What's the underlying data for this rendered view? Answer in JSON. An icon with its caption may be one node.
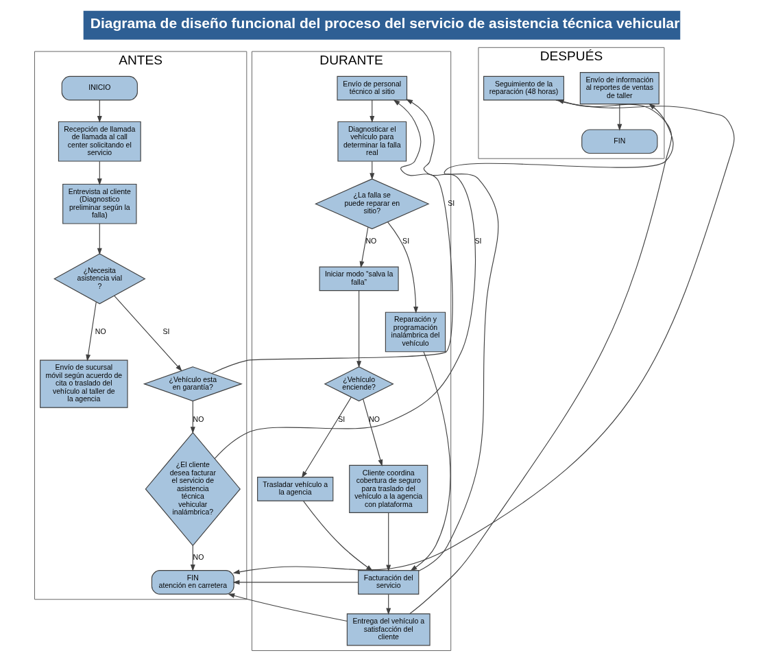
{
  "diagram": {
    "title": "Diagrama de diseño funcional del proceso del servicio de asistencia técnica vehicular",
    "nodes": [
      {
        "text": [
          "ANTES"
        ]
      },
      {
        "text": [
          "INICIO"
        ],
        "in": 0
      },
      {
        "text": [
          "Recepción de llamada de llamada al call center solicitando el servicio"
        ],
        "in": 0
      },
      {
        "text": [
          "Entrevista al cliente (Diagnostico preliminar según la falla)"
        ],
        "in": 0
      },
      {
        "text": [
          "Envío de sucursal móvil según acuerdo de cita o traslado del vehículo al taller de la agencia"
        ],
        "in": 0
      },
      {
        "text": [
          "¿Necesita asistencia vial ?"
        ],
        "in": 0
      },
      {
        "text": [
          "¿Vehículo esta en garantía?"
        ],
        "in": 0
      },
      {
        "text": [
          "¿El cliente desea facturar el servicio de asistencia técnica vehicular inalámbrica?"
        ],
        "in": 0
      },
      {
        "text": [
          "FIN",
          "atención en carretera"
        ],
        "in": 0
      },
      {
        "text": [
          "DURANTE"
        ]
      },
      {
        "text": [
          "Envío de personal técnico al sitio"
        ],
        "in": 9
      },
      {
        "text": [
          "Diagnosticar el vehículo para determinar la falla real"
        ],
        "in": 9
      },
      {
        "text": [
          "¿La falla se puede reparar en sitio?"
        ],
        "in": 9
      },
      {
        "text": [
          "Iniciar modo “salva la falla”"
        ],
        "in": 9
      },
      {
        "text": [
          "Reparación y programación inalámbrica del vehículo"
        ],
        "in": 9
      },
      {
        "text": [
          "¿Vehículo enciende?"
        ],
        "in": 9
      },
      {
        "text": [
          "Trasladar vehículo a la agencia"
        ],
        "in": 9
      },
      {
        "text": [
          "Cliente coordina cobertura de seguro para traslado del vehículo a la agencia con plataforma"
        ],
        "in": 9
      },
      {
        "text": [
          "Facturación del servicio"
        ],
        "in": 9
      },
      {
        "text": [
          "Entrega del vehículo a satisfacción del cliente"
        ],
        "in": 9
      },
      {
        "text": [
          "DESPUÉS"
        ]
      },
      {
        "text": [
          "FIN"
        ],
        "in": 20
      },
      {
        "text": [
          "Envío de información al reportes de ventas de taller"
        ],
        "in": 20
      },
      {
        "text": [
          "Seguimiento de la reparación (48 horas)"
        ],
        "in": 20
      }
    ],
    "edges": [
      {
        "from": 1,
        "to": 2,
        "arrow": "to"
      },
      {
        "from": 2,
        "to": 3,
        "arrow": "to"
      },
      {
        "from": 3,
        "to": 5,
        "arrow": "to"
      },
      {
        "from": 5,
        "to": 4,
        "arrow": "to",
        "label": "NO"
      },
      {
        "from": 5,
        "to": 6,
        "arrow": "to",
        "label": "SI"
      },
      {
        "from": 6,
        "to": 10,
        "arrow": "to",
        "label": "SI"
      },
      {
        "from": 6,
        "to": 7,
        "arrow": "to",
        "label": "NO"
      },
      {
        "from": 7,
        "to": 10,
        "arrow": "to",
        "label": "SI"
      },
      {
        "from": 7,
        "to": 8,
        "arrow": "to",
        "label": "NO"
      },
      {
        "from": 10,
        "to": 11,
        "arrow": "to"
      },
      {
        "from": 11,
        "to": 12,
        "arrow": "to"
      },
      {
        "from": 12,
        "to": 13,
        "arrow": "to",
        "label": "NO"
      },
      {
        "from": 12,
        "to": 14,
        "arrow": "to",
        "label": "SI"
      },
      {
        "from": 13,
        "to": 15,
        "arrow": "to"
      },
      {
        "from": 15,
        "to": 16,
        "arrow": "to",
        "label": "SI"
      },
      {
        "from": 15,
        "to": 17,
        "arrow": "to",
        "label": "NO"
      },
      {
        "from": 14,
        "to": 18,
        "arrow": "to"
      },
      {
        "from": 16,
        "to": 18,
        "arrow": "to"
      },
      {
        "from": 17,
        "to": 18,
        "arrow": "to"
      },
      {
        "from": 18,
        "to": 19,
        "arrow": "to"
      },
      {
        "from": 18,
        "to": 22,
        "arrow": "to"
      },
      {
        "from": 19,
        "to": 23,
        "arrow": "to"
      },
      {
        "from": 22,
        "to": 21,
        "arrow": "to"
      },
      {
        "from": 23,
        "to": 8,
        "arrow": "to"
      },
      {
        "from": 19,
        "to": 8,
        "arrow": "to"
      },
      {
        "from": 18,
        "to": 8,
        "arrow": "to"
      }
    ]
  }
}
